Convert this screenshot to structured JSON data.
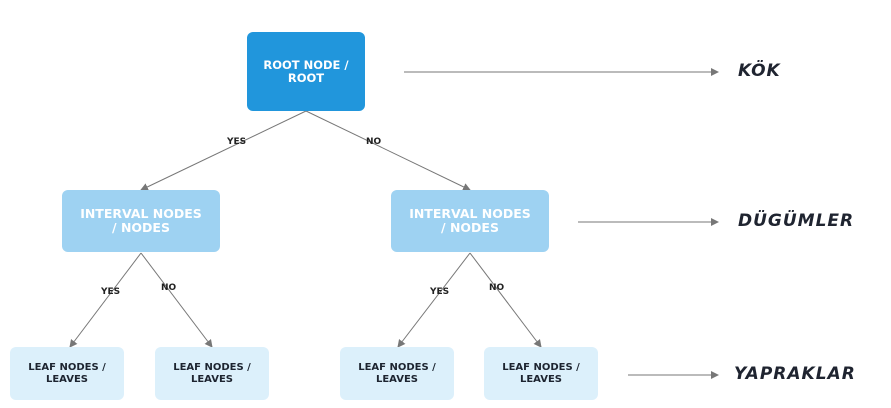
{
  "colors": {
    "root_fill": "#2196dc",
    "interval_fill": "#9ed2f2",
    "leaf_fill": "#dcf0fb",
    "connector": "#777777"
  },
  "tree": {
    "root": "ROOT NODE /\nROOT",
    "interval_left": "INTERVAL NODES\n/ NODES",
    "interval_right": "INTERVAL NODES\n/ NODES",
    "leaves": [
      "LEAF NODES /\nLEAVES",
      "LEAF NODES /\nLEAVES",
      "LEAF NODES /\nLEAVES",
      "LEAF NODES /\nLEAVES"
    ]
  },
  "branches": {
    "root_yes": "YES",
    "root_no": "NO",
    "left_yes": "YES",
    "left_no": "NO",
    "right_yes": "YES",
    "right_no": "NO"
  },
  "levels": {
    "root": "KÖK",
    "nodes": "DÜGÜMLER",
    "leaves": "YAPRAKLAR"
  }
}
